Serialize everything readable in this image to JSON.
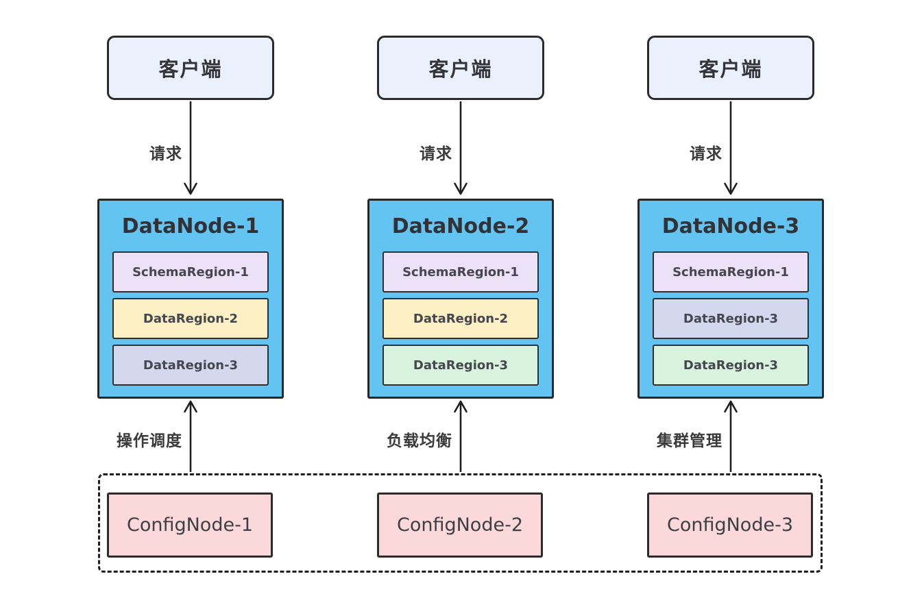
{
  "diagram": {
    "clients": [
      {
        "label": "客户端"
      },
      {
        "label": "客户端"
      },
      {
        "label": "客户端"
      }
    ],
    "request_labels": [
      "请求",
      "请求",
      "请求"
    ],
    "datanodes": [
      {
        "title": "DataNode-1",
        "regions": [
          {
            "label": "SchemaRegion-1",
            "style": "background:#ede1f8"
          },
          {
            "label": "DataRegion-2",
            "style": "background:#fcf0c4"
          },
          {
            "label": "DataRegion-3",
            "style": "background:#d3d8ef"
          }
        ]
      },
      {
        "title": "DataNode-2",
        "regions": [
          {
            "label": "SchemaRegion-1",
            "style": "background:#ede1f8"
          },
          {
            "label": "DataRegion-2",
            "style": "background:#fcf0c4"
          },
          {
            "label": "DataRegion-3",
            "style": "background:#d8f3de"
          }
        ]
      },
      {
        "title": "DataNode-3",
        "regions": [
          {
            "label": "SchemaRegion-1",
            "style": "background:#ede1f8"
          },
          {
            "label": "DataRegion-3",
            "style": "background:#d3d8ef"
          },
          {
            "label": "DataRegion-3",
            "style": "background:#d8f3de"
          }
        ]
      }
    ],
    "config_arrow_labels": [
      "操作调度",
      "负载均衡",
      "集群管理"
    ],
    "confignodes": [
      {
        "label": "ConfigNode-1"
      },
      {
        "label": "ConfigNode-2"
      },
      {
        "label": "ConfigNode-3"
      }
    ],
    "colors": {
      "client_fill": "#eaf1fc",
      "datanode_fill": "#63c4f1",
      "confignode_fill": "#fbd9db",
      "schema_region_fill": "#ede1f8",
      "data_region_yellow": "#fcf0c4",
      "data_region_periwinkle": "#d3d8ef",
      "data_region_green": "#d8f3de",
      "outline": "#2b2b2b",
      "text": "#3a3a40"
    }
  }
}
